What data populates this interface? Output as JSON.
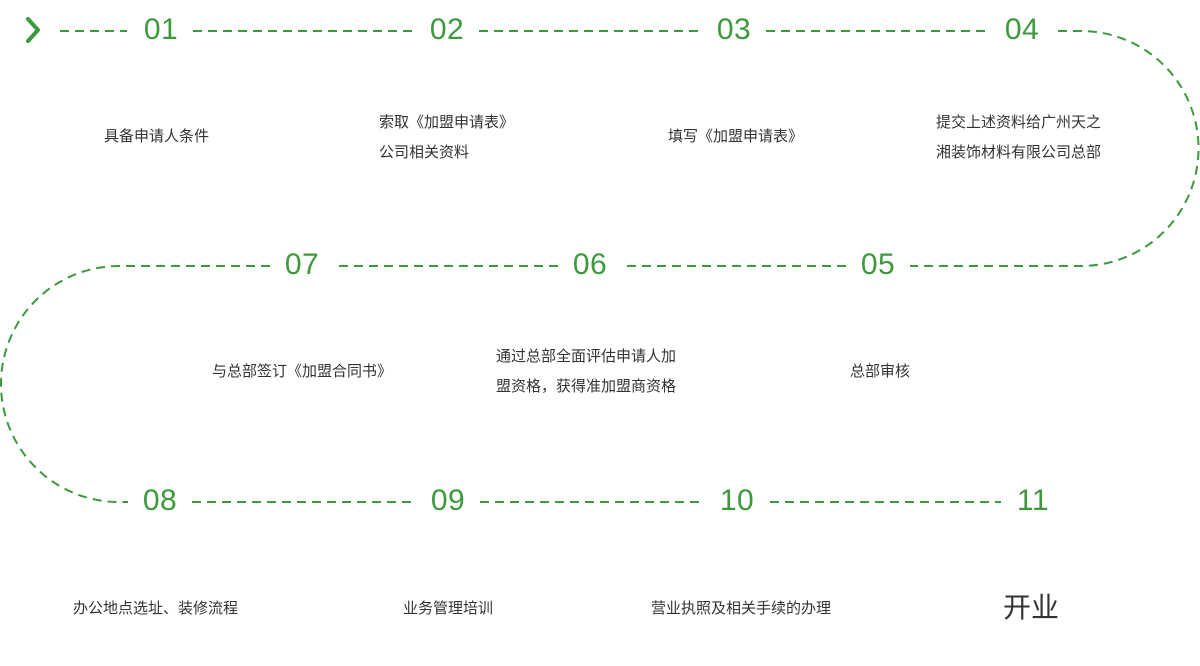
{
  "colors": {
    "accent": "#3c9a3c",
    "text": "#333333",
    "background": "#ffffff"
  },
  "start_marker_icon": "chevron-right-icon",
  "steps": [
    {
      "num": "01",
      "lines": [
        "具备申请人条件"
      ]
    },
    {
      "num": "02",
      "lines": [
        "索取《加盟申请表》",
        "公司相关资料"
      ]
    },
    {
      "num": "03",
      "lines": [
        "填写《加盟申请表》"
      ]
    },
    {
      "num": "04",
      "lines": [
        "提交上述资料给广州天之",
        "湘装饰材料有限公司总部"
      ]
    },
    {
      "num": "05",
      "lines": [
        "总部审核"
      ]
    },
    {
      "num": "06",
      "lines": [
        "通过总部全面评估申请人加",
        "盟资格，获得准加盟商资格"
      ]
    },
    {
      "num": "07",
      "lines": [
        "与总部签订《加盟合同书》"
      ]
    },
    {
      "num": "08",
      "lines": [
        "办公地点选址、装修流程"
      ]
    },
    {
      "num": "09",
      "lines": [
        "业务管理培训"
      ]
    },
    {
      "num": "10",
      "lines": [
        "营业执照及相关手续的办理"
      ]
    },
    {
      "num": "11",
      "lines": [
        "开业"
      ]
    }
  ]
}
